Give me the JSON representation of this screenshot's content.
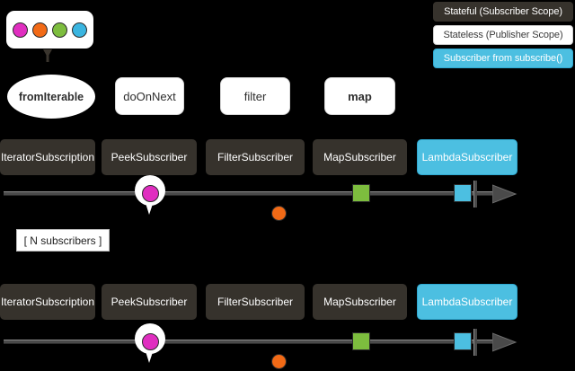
{
  "legend": {
    "items": [
      {
        "label": "Stateful (Subscriber Scope)",
        "style": "stateful",
        "color": "#36322c"
      },
      {
        "label": "Stateless (Publisher Scope)",
        "style": "stateless",
        "color": "#ffffff"
      },
      {
        "label": "Subscriber from subscribe()",
        "style": "subscriber",
        "color": "#4cbfe1"
      }
    ]
  },
  "source_emission": {
    "marbles": [
      {
        "name": "marble-magenta",
        "color": "#e02ec0"
      },
      {
        "name": "marble-orange",
        "color": "#f26a16"
      },
      {
        "name": "marble-green",
        "color": "#7dbd3e"
      },
      {
        "name": "marble-blue",
        "color": "#3ab5e0"
      }
    ]
  },
  "operators": [
    {
      "name": "fromIterable",
      "label": "fromIterable",
      "shape": "ellipse"
    },
    {
      "name": "doOnNext",
      "label": "doOnNext",
      "shape": "rect"
    },
    {
      "name": "filter",
      "label": "filter",
      "shape": "rect"
    },
    {
      "name": "map",
      "label": "map",
      "shape": "rect"
    }
  ],
  "subscriber_chain": {
    "items": [
      {
        "label": "IteratorSubscription",
        "kind": "stateful"
      },
      {
        "label": "PeekSubscriber",
        "kind": "stateful"
      },
      {
        "label": "FilterSubscriber",
        "kind": "stateful"
      },
      {
        "label": "MapSubscriber",
        "kind": "stateful"
      },
      {
        "label": "LambdaSubscriber",
        "kind": "subscriber"
      }
    ]
  },
  "timeline": {
    "bubble_marble_color": "#e02ec0",
    "mapped_square_color": "#7dbd3e",
    "final_square_color": "#4cbfe1",
    "dropped_marble_color": "#f26a16"
  },
  "n_subscribers": {
    "label": "[ N subscribers ]"
  },
  "colors": {
    "stateful": "#36322c",
    "stateless": "#ffffff",
    "subscriber": "#4cbfe1",
    "background": "#000000",
    "line": "#4a4a4a"
  }
}
